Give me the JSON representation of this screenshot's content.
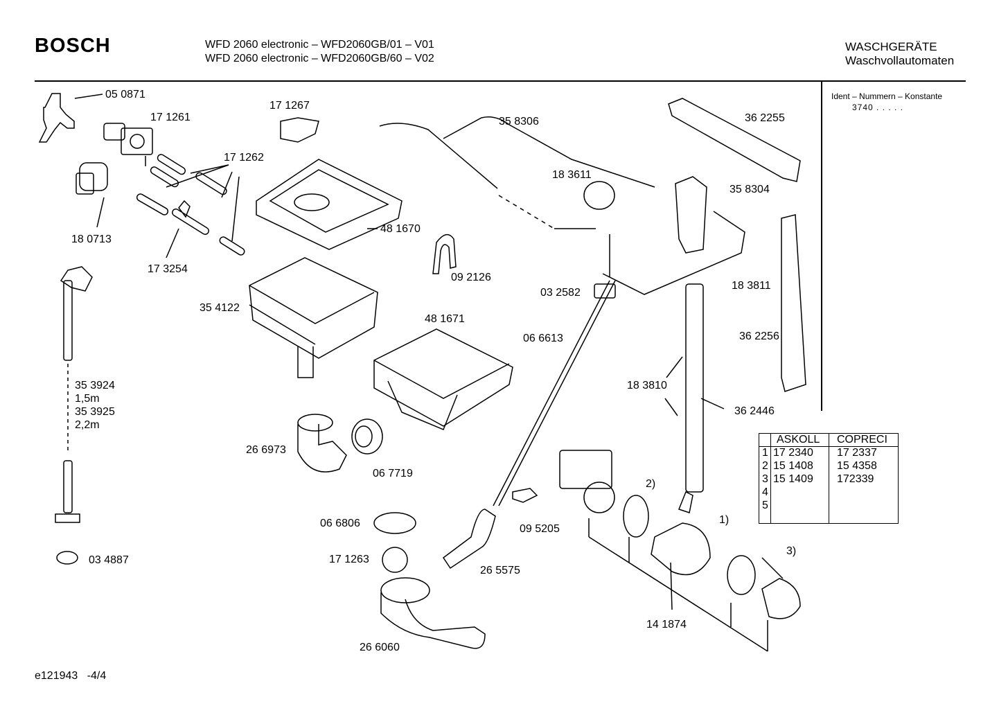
{
  "header": {
    "brand": "BOSCH",
    "model_line_1": "WFD 2060 electronic – WFD2060GB/01 – V01",
    "model_line_2": "WFD 2060 electronic – WFD2060GB/60 – V02",
    "category_de": "WASCHGERÄTE",
    "category_sub": "Waschvollautomaten"
  },
  "ident": {
    "label": "Ident – Nummern – Konstante",
    "value": "3740  .  .  .  .  ."
  },
  "parts": [
    "05 0871",
    "17 1261",
    "17 1267",
    "35 8306",
    "36 2255",
    "17 1262",
    "18 3611",
    "35 8304",
    "18 0713",
    "48 1670",
    "17 3254",
    "09 2126",
    "18 3811",
    "03 2582",
    "35 4122",
    "48 1671",
    "06 6613",
    "36 2256",
    "18 3810",
    "36 2446",
    "26 6973",
    "06 7719",
    "06 6806",
    "09 5205",
    "17 1263",
    "26 5575",
    "14 1874",
    "26 6060",
    "03 4887"
  ],
  "hose_options": [
    "35 3924",
    "1,5m",
    "35 3925",
    "2,2m"
  ],
  "callouts": [
    "1)",
    "2)",
    "3)"
  ],
  "supplier_table": {
    "headers": [
      "ASKOLL",
      "COPRECI"
    ],
    "rows": [
      {
        "n": "1",
        "askoll": "17 2340",
        "copreci": "17 2337"
      },
      {
        "n": "2",
        "askoll": "15 1408",
        "copreci": "15 4358"
      },
      {
        "n": "3",
        "askoll": "15 1409",
        "copreci": "172339"
      },
      {
        "n": "4",
        "askoll": "",
        "copreci": ""
      },
      {
        "n": "5",
        "askoll": "",
        "copreci": ""
      }
    ]
  },
  "footer": {
    "code": "e121943",
    "page": "-4/4"
  }
}
